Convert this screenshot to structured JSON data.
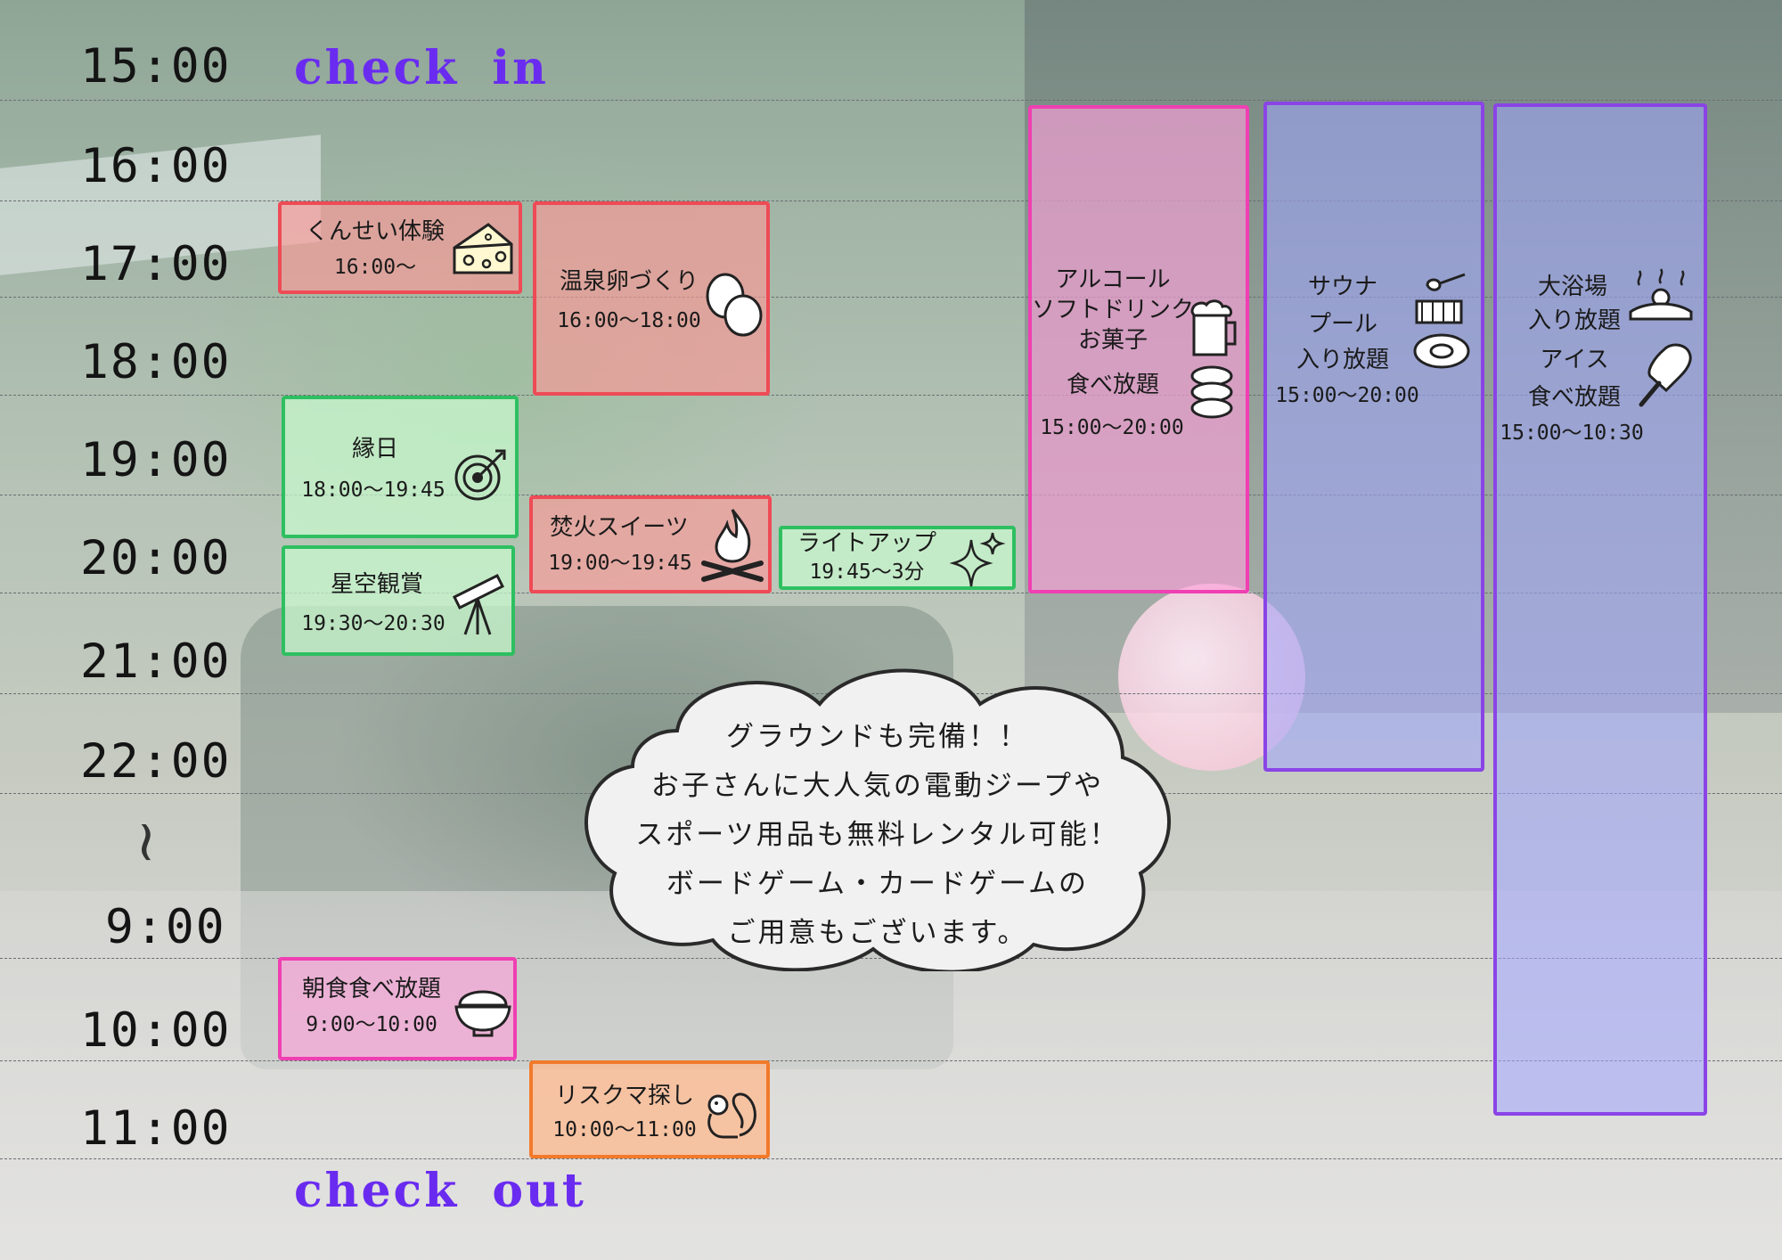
{
  "times": [
    "15:00",
    "16:00",
    "17:00",
    "18:00",
    "19:00",
    "20:00",
    "21:00",
    "22:00",
    "9:00",
    "10:00",
    "11:00"
  ],
  "check_in": "check in",
  "check_out": "check out",
  "events": {
    "smoke": {
      "title": "くんせい体験",
      "time": "16:00〜",
      "icon": "cheese-icon"
    },
    "onsen_egg": {
      "title": "温泉卵づくり",
      "time": "16:00〜18:00",
      "icon": "eggs-icon"
    },
    "ennichi": {
      "title": "縁日",
      "time": "18:00〜19:45",
      "icon": "target-icon"
    },
    "stargazing": {
      "title": "星空観賞",
      "time": "19:30〜20:30",
      "icon": "telescope-icon"
    },
    "bonfire": {
      "title": "焚火スイーツ",
      "time": "19:00〜19:45",
      "icon": "campfire-icon"
    },
    "lightup": {
      "title": "ライトアップ",
      "time": "19:45〜3分",
      "icon": "sparkle-icon"
    },
    "breakfast": {
      "title": "朝食食べ放題",
      "time": "9:00〜10:00",
      "icon": "rice-bowl-icon"
    },
    "squirrel": {
      "title": "リスクマ探し",
      "time": "10:00〜11:00",
      "icon": "squirrel-icon"
    },
    "drinks": {
      "lines": [
        "アルコール",
        "ソフトドリンク",
        "お菓子",
        "食べ放題"
      ],
      "time": "15:00〜20:00",
      "icon": "beer-icon"
    },
    "sauna": {
      "lines": [
        "サウナ",
        "プール",
        "入り放題"
      ],
      "time": "15:00〜20:00",
      "icon": "sauna-icon"
    },
    "bath": {
      "lines": [
        "大浴場",
        "入り放題",
        "アイス",
        "食べ放題"
      ],
      "time": "15:00〜10:30",
      "icon": "bath-icon"
    }
  },
  "cloud_message": [
    "グラウンドも完備！！",
    "お子さんに大人気の電動ジープや",
    "スポーツ用品も無料レンタル可能！",
    "ボードゲーム・カードゲームの",
    "ご用意もございます。"
  ]
}
